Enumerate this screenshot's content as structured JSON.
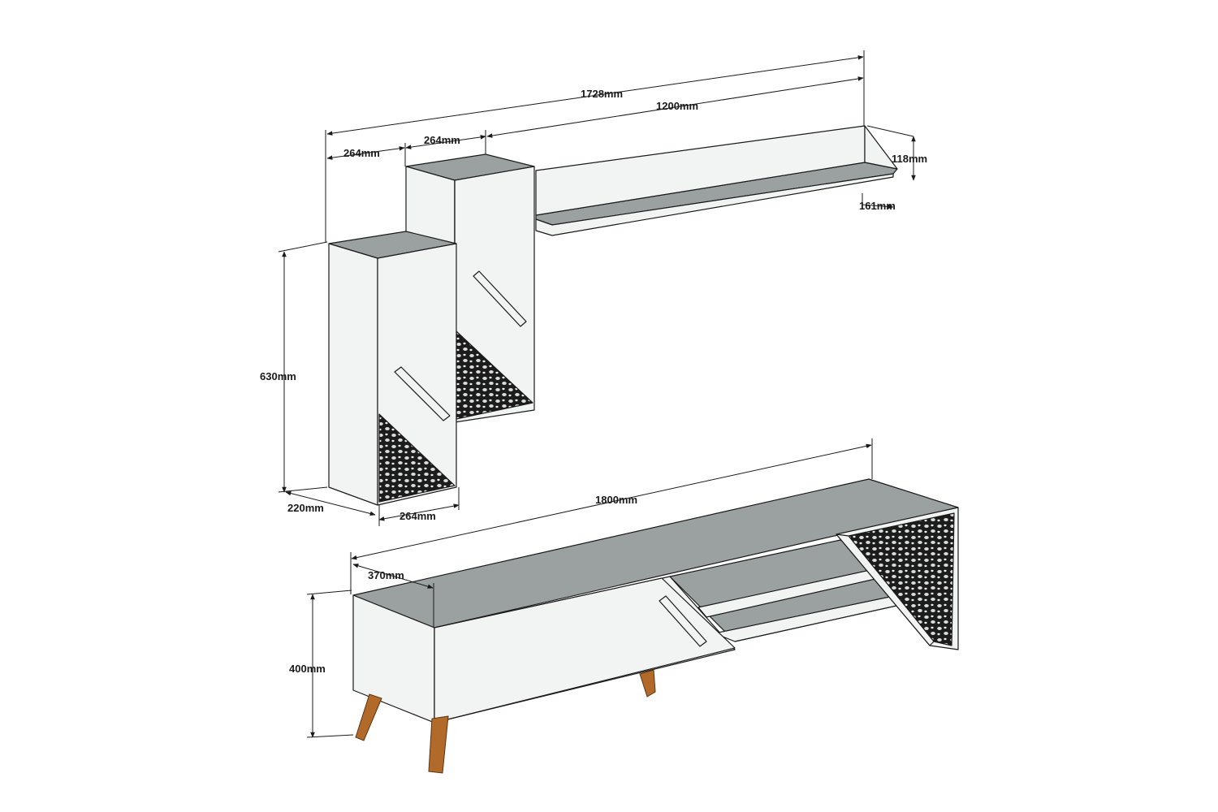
{
  "dimensions": {
    "overall_width": "1728mm",
    "shelf_width": "1200mm",
    "top_cabinet_width": "264mm",
    "tall_cabinet_width": "264mm",
    "shelf_height": "118mm",
    "shelf_depth": "161mm",
    "wall_cabinet_height": "630mm",
    "wall_cabinet_depth": "220mm",
    "wall_cabinet_bottom_width": "264mm",
    "tv_unit_width": "1800mm",
    "tv_unit_depth": "370mm",
    "tv_unit_height": "400mm"
  },
  "colors": {
    "body": "#f2f4f4",
    "top_surface": "#9aa1a0",
    "legs": "#b26a2a",
    "lattice": "#1c1c1c"
  }
}
